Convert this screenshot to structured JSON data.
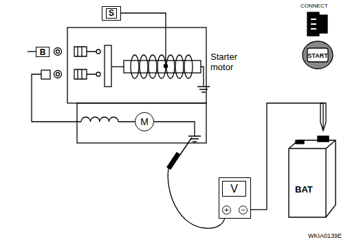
{
  "diagram": {
    "nodes": [
      {
        "text": [
          "S"
        ]
      },
      {
        "text": [
          "B"
        ]
      },
      {
        "text": [
          "M"
        ]
      },
      {
        "text": [
          "V",
          "+",
          "−"
        ]
      },
      {
        "text": [
          "BAT"
        ]
      }
    ],
    "edges": [
      {
        "from": 3,
        "to": 4,
        "arrow": "none"
      }
    ],
    "labels": [
      "Starter motor",
      "CONNECT",
      "START",
      "WKIA0139E"
    ]
  }
}
